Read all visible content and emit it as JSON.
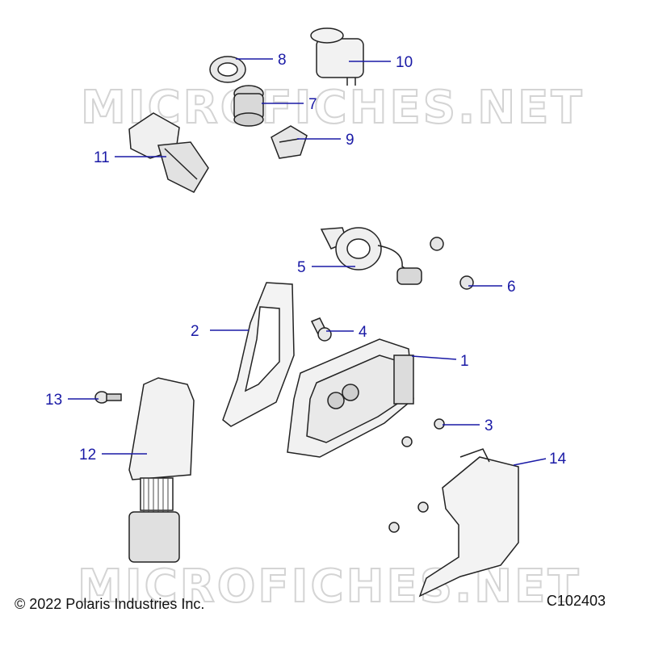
{
  "watermark_text": "MICROFICHES.NET",
  "copyright": "© 2022 Polaris Industries Inc.",
  "diagram_id": "C102403",
  "callouts": {
    "c1": "1",
    "c2": "2",
    "c3": "3",
    "c4": "4",
    "c5": "5",
    "c6": "6",
    "c7": "7",
    "c8": "8",
    "c9": "9",
    "c10": "10",
    "c11": "11",
    "c12": "12",
    "c13": "13",
    "c14": "14"
  },
  "colors": {
    "callout": "#1a1aa6",
    "line_art": "#222222",
    "part_fill": "#f2f2f2",
    "watermark": "#d4d4d4"
  }
}
